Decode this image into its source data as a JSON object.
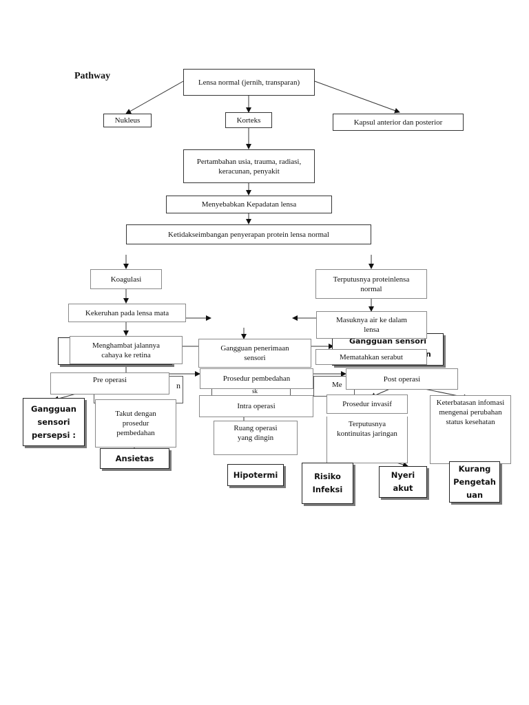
{
  "title": "Pathway",
  "nodes": {
    "lensa_normal": "Lensa normal (jernih, transparan)",
    "nukleus": "Nukleus",
    "korteks": "Korteks",
    "kapsul": "Kapsul anterior dan posterior",
    "pertambahan": "Pertambahan usia, trauma, radiasi, keracunan, penyakit",
    "menyebabkan": "Menyebabkan Kepadatan lensa",
    "ketidakseimbangan": "Ketidakseimbangan penyerapan protein lensa normal",
    "koagulasi": "Koagulasi",
    "terputusnya_protein": "Terputusnya proteinlensa normal",
    "kekeruhan": "Kekeruhan pada lensa mata",
    "masuknya_air": "Masuknya air ke dalam lensa",
    "menghambat": "Menghambat jalannya cahaya ke retina",
    "gangguan_penerimaan": "Gangguan penerimaan sensori",
    "gangguan_sensori_back": "Gangguan sensori",
    "mematahkan": "Mematahkan serabut",
    "pre_operasi": "Pre operasi",
    "prosedur_pembedahan": "Prosedur pembedahan",
    "post_operasi": "Post operasi",
    "intra_operasi": "Intra operasi",
    "gangguan_persepsi": "Gangguan sensori persepsi :",
    "takut": "Takut dengan prosedur pembedahan",
    "ruang_operasi": "Ruang operasi yang dingin",
    "prosedur_invasif": "Prosedur invasif",
    "keterbatasan": "Keterbatasan infomasi mengenai perubahan status kesehatan",
    "terputusnya_kontinuitas": "Terputusnya kontinuitas jaringan",
    "ansietas": "Ansietas",
    "hipotermi": "Hipotermi",
    "risiko_infeksi": "Risiko Infeksi",
    "nyeri_akut": "Nyeri akut",
    "kurang_pengetahuan": "Kurang Pengetah uan"
  },
  "ghost_fragments": {
    "n_right_1": "n",
    "n_left": "n",
    "me": "Me",
    "sk": "sk"
  }
}
